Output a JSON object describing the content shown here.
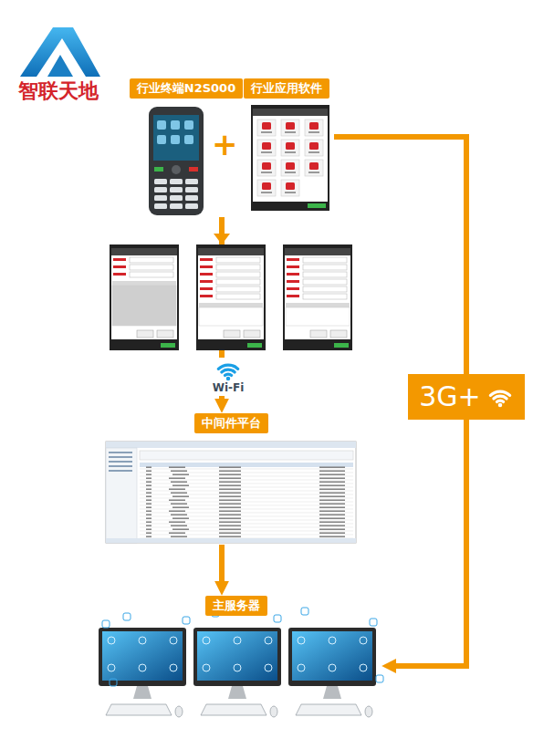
{
  "diagram": {
    "nodes": [
      {
        "text": [
          "行业终端N2S000"
        ]
      },
      {
        "text": [
          "行业应用软件"
        ]
      },
      {
        "text": [
          "中间件平台"
        ]
      },
      {
        "text": [
          "主服务器"
        ]
      },
      {
        "text": [
          "3G+"
        ]
      }
    ],
    "edges": [
      {
        "from": 0,
        "to": 2,
        "arrow": "to",
        "label": "Wi-Fi"
      },
      {
        "from": 2,
        "to": 3,
        "arrow": "to"
      },
      {
        "from": 1,
        "to": 4,
        "arrow": "none"
      },
      {
        "from": 4,
        "to": 3,
        "arrow": "to"
      }
    ],
    "labels": [
      "智联天地",
      "+"
    ]
  }
}
